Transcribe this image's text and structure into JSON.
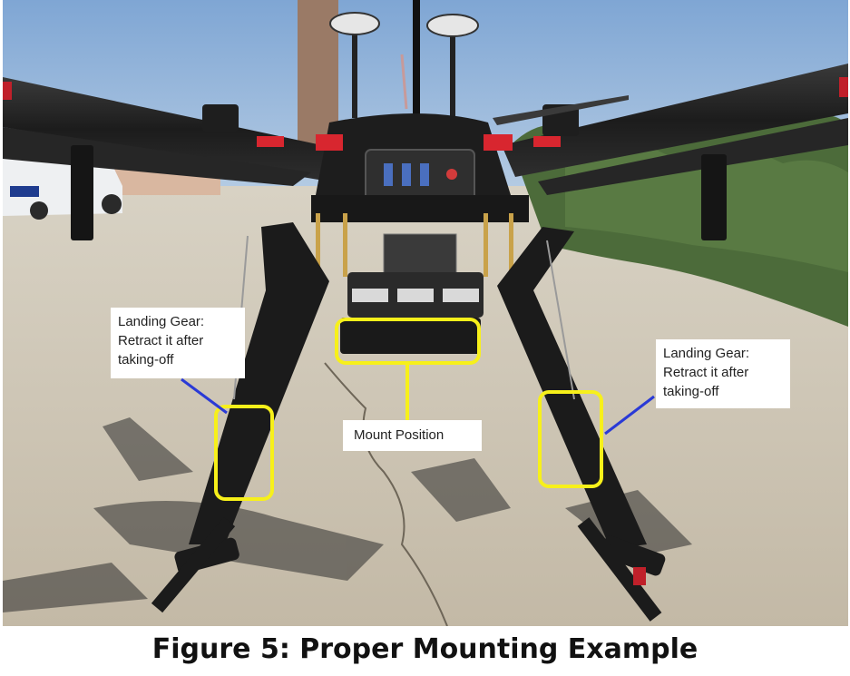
{
  "annotations": {
    "left_landing_gear": {
      "lines": [
        "Landing Gear:",
        "Retract it after",
        "taking-off"
      ]
    },
    "right_landing_gear": {
      "lines": [
        "Landing Gear:",
        "Retract it after",
        "taking-off"
      ]
    },
    "mount_position": {
      "label": "Mount Position"
    }
  },
  "caption": "Figure 5: Proper Mounting Example",
  "colors": {
    "highlight": "#f7f01a",
    "pointer": "#2a3ad6",
    "sky": "#8fb3db",
    "ground": "#cfc7b6"
  }
}
